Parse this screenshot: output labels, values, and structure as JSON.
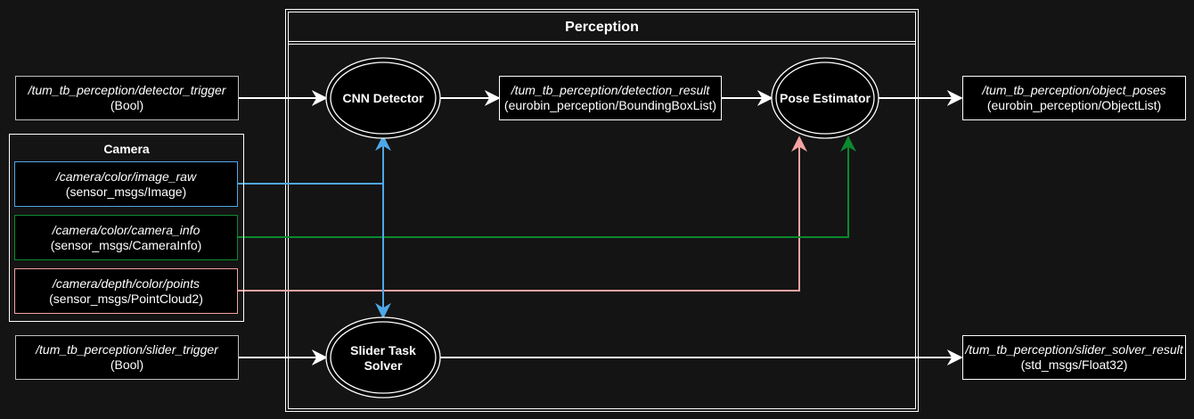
{
  "colors": {
    "background": "#141414",
    "default_edge": "#ffffff",
    "image_edge": "#4ea8e8",
    "camera_info_edge": "#0a8a2e",
    "pointcloud_edge": "#f4a3a3"
  },
  "perception": {
    "title": "Perception",
    "nodes": {
      "cnn_detector": "CNN Detector",
      "pose_estimator": "Pose Estimator",
      "slider_solver_line1": "Slider Task",
      "slider_solver_line2": "Solver"
    },
    "detection_result": {
      "topic": "/tum_tb_perception/detection_result",
      "type": "(eurobin_perception/BoundingBoxList)"
    }
  },
  "inputs": {
    "detector_trigger": {
      "topic": "/tum_tb_perception/detector_trigger",
      "type": "(Bool)"
    },
    "slider_trigger": {
      "topic": "/tum_tb_perception/slider_trigger",
      "type": "(Bool)"
    }
  },
  "camera": {
    "title": "Camera",
    "image_raw": {
      "topic": "/camera/color/image_raw",
      "type": "(sensor_msgs/Image)"
    },
    "camera_info": {
      "topic": "/camera/color/camera_info",
      "type": "(sensor_msgs/CameraInfo)"
    },
    "points": {
      "topic": "/camera/depth/color/points",
      "type": "(sensor_msgs/PointCloud2)"
    }
  },
  "outputs": {
    "object_poses": {
      "topic": "/tum_tb_perception/object_poses",
      "type": "(eurobin_perception/ObjectList)"
    },
    "slider_solver_result": {
      "topic": "/tum_tb_perception/slider_solver_result",
      "type": "(std_msgs/Float32)"
    }
  }
}
